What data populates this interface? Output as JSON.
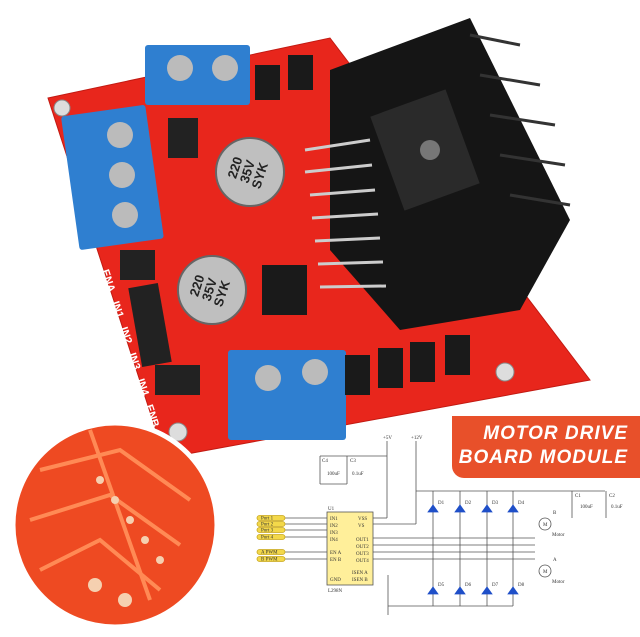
{
  "banner": {
    "line1": "MOTOR DRIVE",
    "line2": "BOARD MODULE",
    "color": "#e8502a"
  },
  "board": {
    "color": "#e8261c",
    "terminal_color": "#2f7fd0",
    "heatsink_color": "#151515",
    "pin_labels": [
      "ENA",
      "IN1",
      "IN2",
      "IN3",
      "IN4",
      "ENB"
    ],
    "capacitor_labels": [
      [
        "220",
        "35V",
        "SYK"
      ],
      [
        "220",
        "35V",
        "SYK"
      ]
    ]
  },
  "schematic": {
    "supply": [
      "+5V",
      "+12V"
    ],
    "capacitors": [
      {
        "name": "C4",
        "value": "100uF"
      },
      {
        "name": "C3",
        "value": "0.1uF"
      },
      {
        "name": "C1",
        "value": "100uF"
      },
      {
        "name": "C2",
        "value": "0.1uF"
      }
    ],
    "chip": {
      "ref": "U1",
      "part": "L298N",
      "left_pins": [
        "IN1",
        "IN2",
        "IN3",
        "IN4",
        "EN A",
        "EN B",
        "GND"
      ],
      "right_pins": [
        "VSS",
        "VS",
        "OUT1",
        "OUT2",
        "OUT3",
        "OUT4",
        "ISEN A",
        "ISEN B"
      ]
    },
    "ports": [
      "Port 1",
      "Port 2",
      "Port 3",
      "Port 4",
      "A PWM",
      "B PWM"
    ],
    "diodes": [
      "D1",
      "D2",
      "D3",
      "D4",
      "D5",
      "D6",
      "D7",
      "D8"
    ],
    "motors": [
      {
        "label": "B",
        "name": "Motor"
      },
      {
        "label": "A",
        "name": "Motor"
      }
    ],
    "motor_symbol": "M"
  }
}
